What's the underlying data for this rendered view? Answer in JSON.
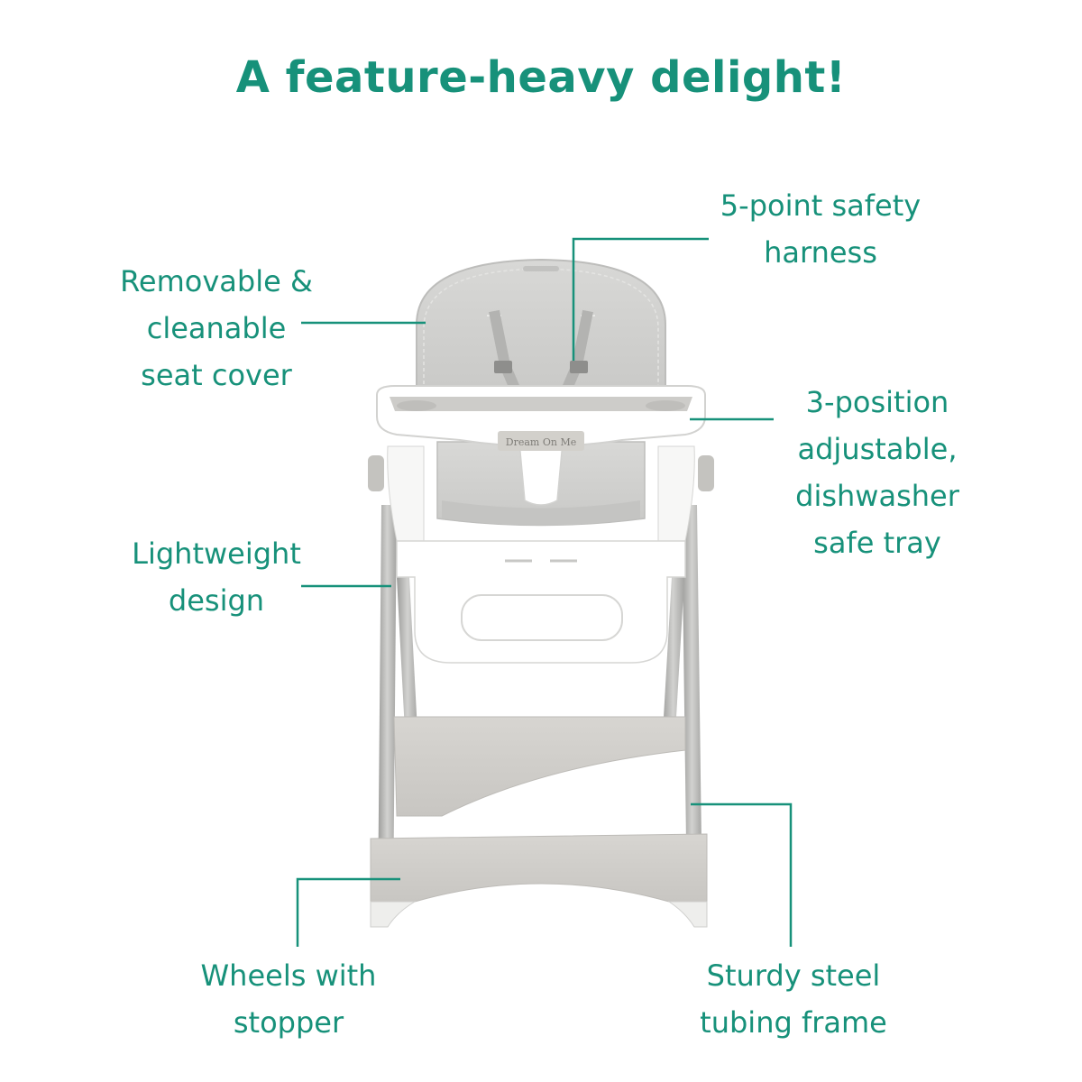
{
  "title": "A feature-heavy delight!",
  "colors": {
    "accent": "#17917a",
    "seat_grey": "#d4d4d2",
    "frame_white": "#ffffff",
    "leg_grey": "#b5b5b3"
  },
  "callouts": {
    "harness": {
      "line1": "5-point safety",
      "line2": "harness"
    },
    "seat_cover": {
      "line1": "Removable &",
      "line2": "cleanable",
      "line3": "seat cover"
    },
    "tray": {
      "line1": "3-position",
      "line2": "adjustable,",
      "line3": "dishwasher",
      "line4": "safe tray"
    },
    "lightweight": {
      "line1": "Lightweight",
      "line2": "design"
    },
    "wheels": {
      "line1": "Wheels with",
      "line2": "stopper"
    },
    "frame": {
      "line1": "Sturdy steel",
      "line2": "tubing frame"
    }
  },
  "tray_brand": "Dream On Me"
}
